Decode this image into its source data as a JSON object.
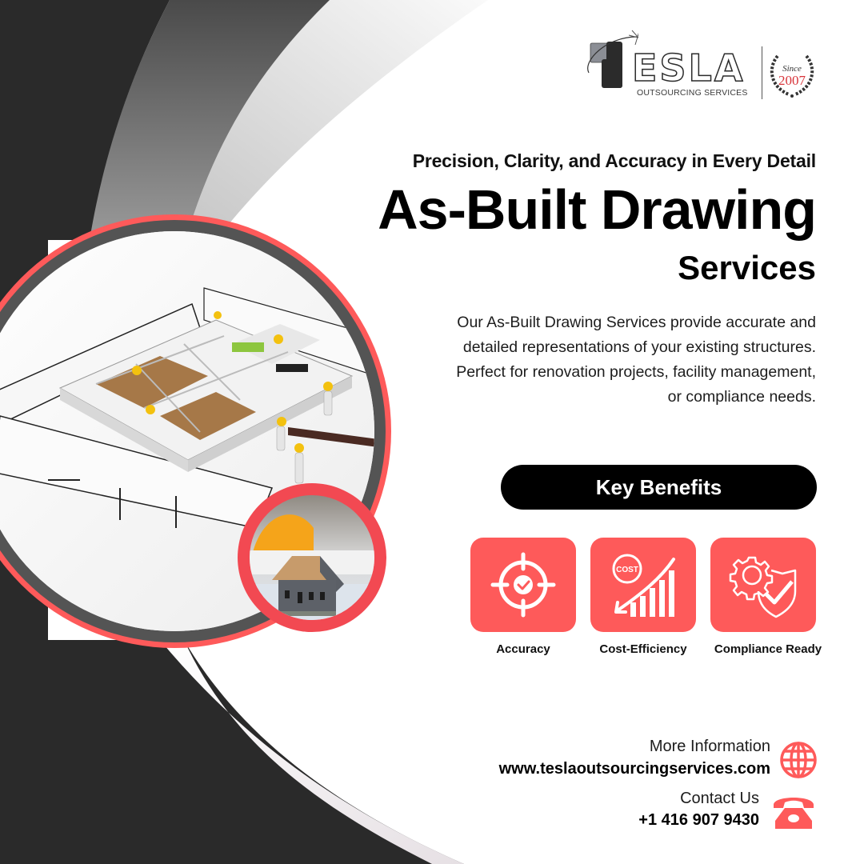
{
  "brand": {
    "logo_word": "ESLA",
    "logo_sub": "OUTSOURCING SERVICES",
    "since_label": "Since",
    "since_year": "2007"
  },
  "hero": {
    "tagline": "Precision, Clarity, and Accuracy in Every Detail",
    "title": "As-Built Drawing",
    "subtitle": "Services",
    "description": "Our As-Built Drawing Services provide accurate and detailed representations of your existing structures. Perfect for renovation projects, facility management, or compliance needs."
  },
  "benefits": {
    "heading": "Key Benefits",
    "items": [
      {
        "label": "Accuracy",
        "icon": "target-check-icon"
      },
      {
        "label": "Cost-Efficiency",
        "icon": "cost-down-chart-icon",
        "icon_text": "COST"
      },
      {
        "label": "Compliance Ready",
        "icon": "gear-shield-check-icon"
      }
    ]
  },
  "contact": {
    "website_label": "More Information",
    "website": "www.teslaoutsourcingservices.com",
    "phone_label": "Contact Us",
    "phone": "+1 416 907 9430"
  },
  "images": {
    "main": "3D floor plan model with construction workers on blueprints",
    "inset": "model house with roof frame on blueprints, hard hat behind"
  },
  "colors": {
    "accent": "#fe5a5a",
    "dark": "#2a2a2a",
    "ring_gray": "#545454"
  }
}
